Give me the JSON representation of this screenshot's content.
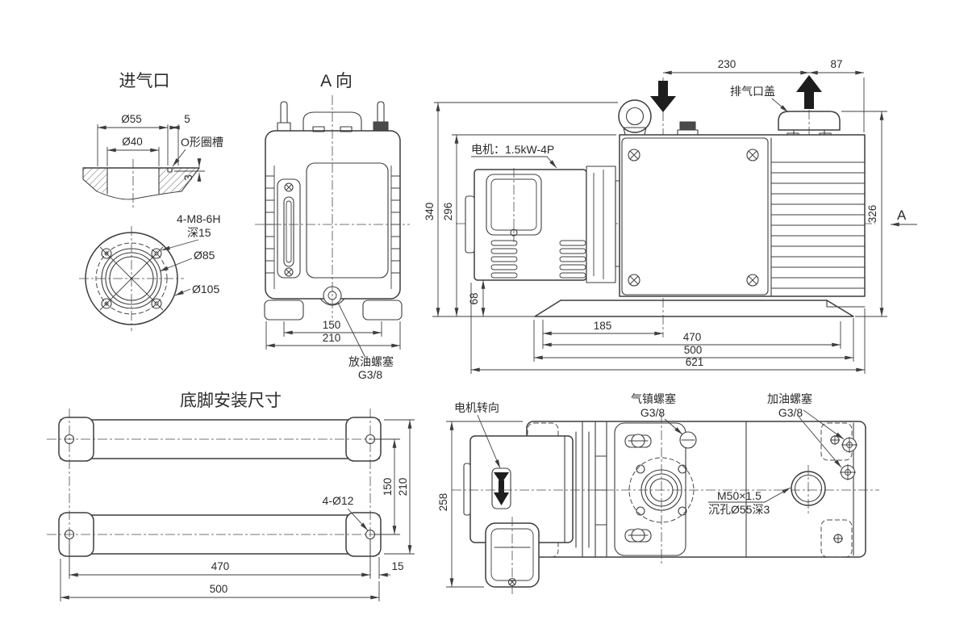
{
  "colors": {
    "line": "#3d3d3d",
    "background": "#ffffff",
    "arrow_fill": "#1d1d1d"
  },
  "inlet_view": {
    "title": "进气口",
    "dim_d55": "Ø55",
    "dim_5": "5",
    "dim_d40": "Ø40",
    "oring_label": "O形圈槽",
    "dim_3": "3",
    "bolt_label": "4-M8-6H",
    "bolt_depth": "深15",
    "dim_d85": "Ø85",
    "dim_d105": "Ø105"
  },
  "a_view": {
    "title": "A 向",
    "dim_150": "150",
    "dim_210": "210",
    "drain_label": "放油螺塞",
    "drain_thread": "G3/8"
  },
  "side_view": {
    "dim_230": "230",
    "dim_87": "87",
    "exhaust_label": "排气口盖",
    "motor_label": "电机：1.5kW-4P",
    "dim_340": "340",
    "dim_296": "296",
    "dim_68": "68",
    "dim_326": "326",
    "view_arrow_label": "A",
    "dim_185": "185",
    "dim_470": "470",
    "dim_500": "500",
    "dim_621": "621"
  },
  "foot_view": {
    "title": "底脚安装尺寸",
    "dim_150": "150",
    "dim_210": "210",
    "holes_label": "4-Ø12",
    "dim_470": "470",
    "dim_15": "15",
    "dim_500": "500"
  },
  "top_view": {
    "rotation_label": "电机转向",
    "ballast_label": "气镇螺塞",
    "ballast_thread": "G3/8",
    "fill_label": "加油螺塞",
    "fill_thread": "G3/8",
    "port_label_line1": "M50×1.5",
    "port_label_line2": "沉孔Ø55深3",
    "dim_258": "258"
  }
}
